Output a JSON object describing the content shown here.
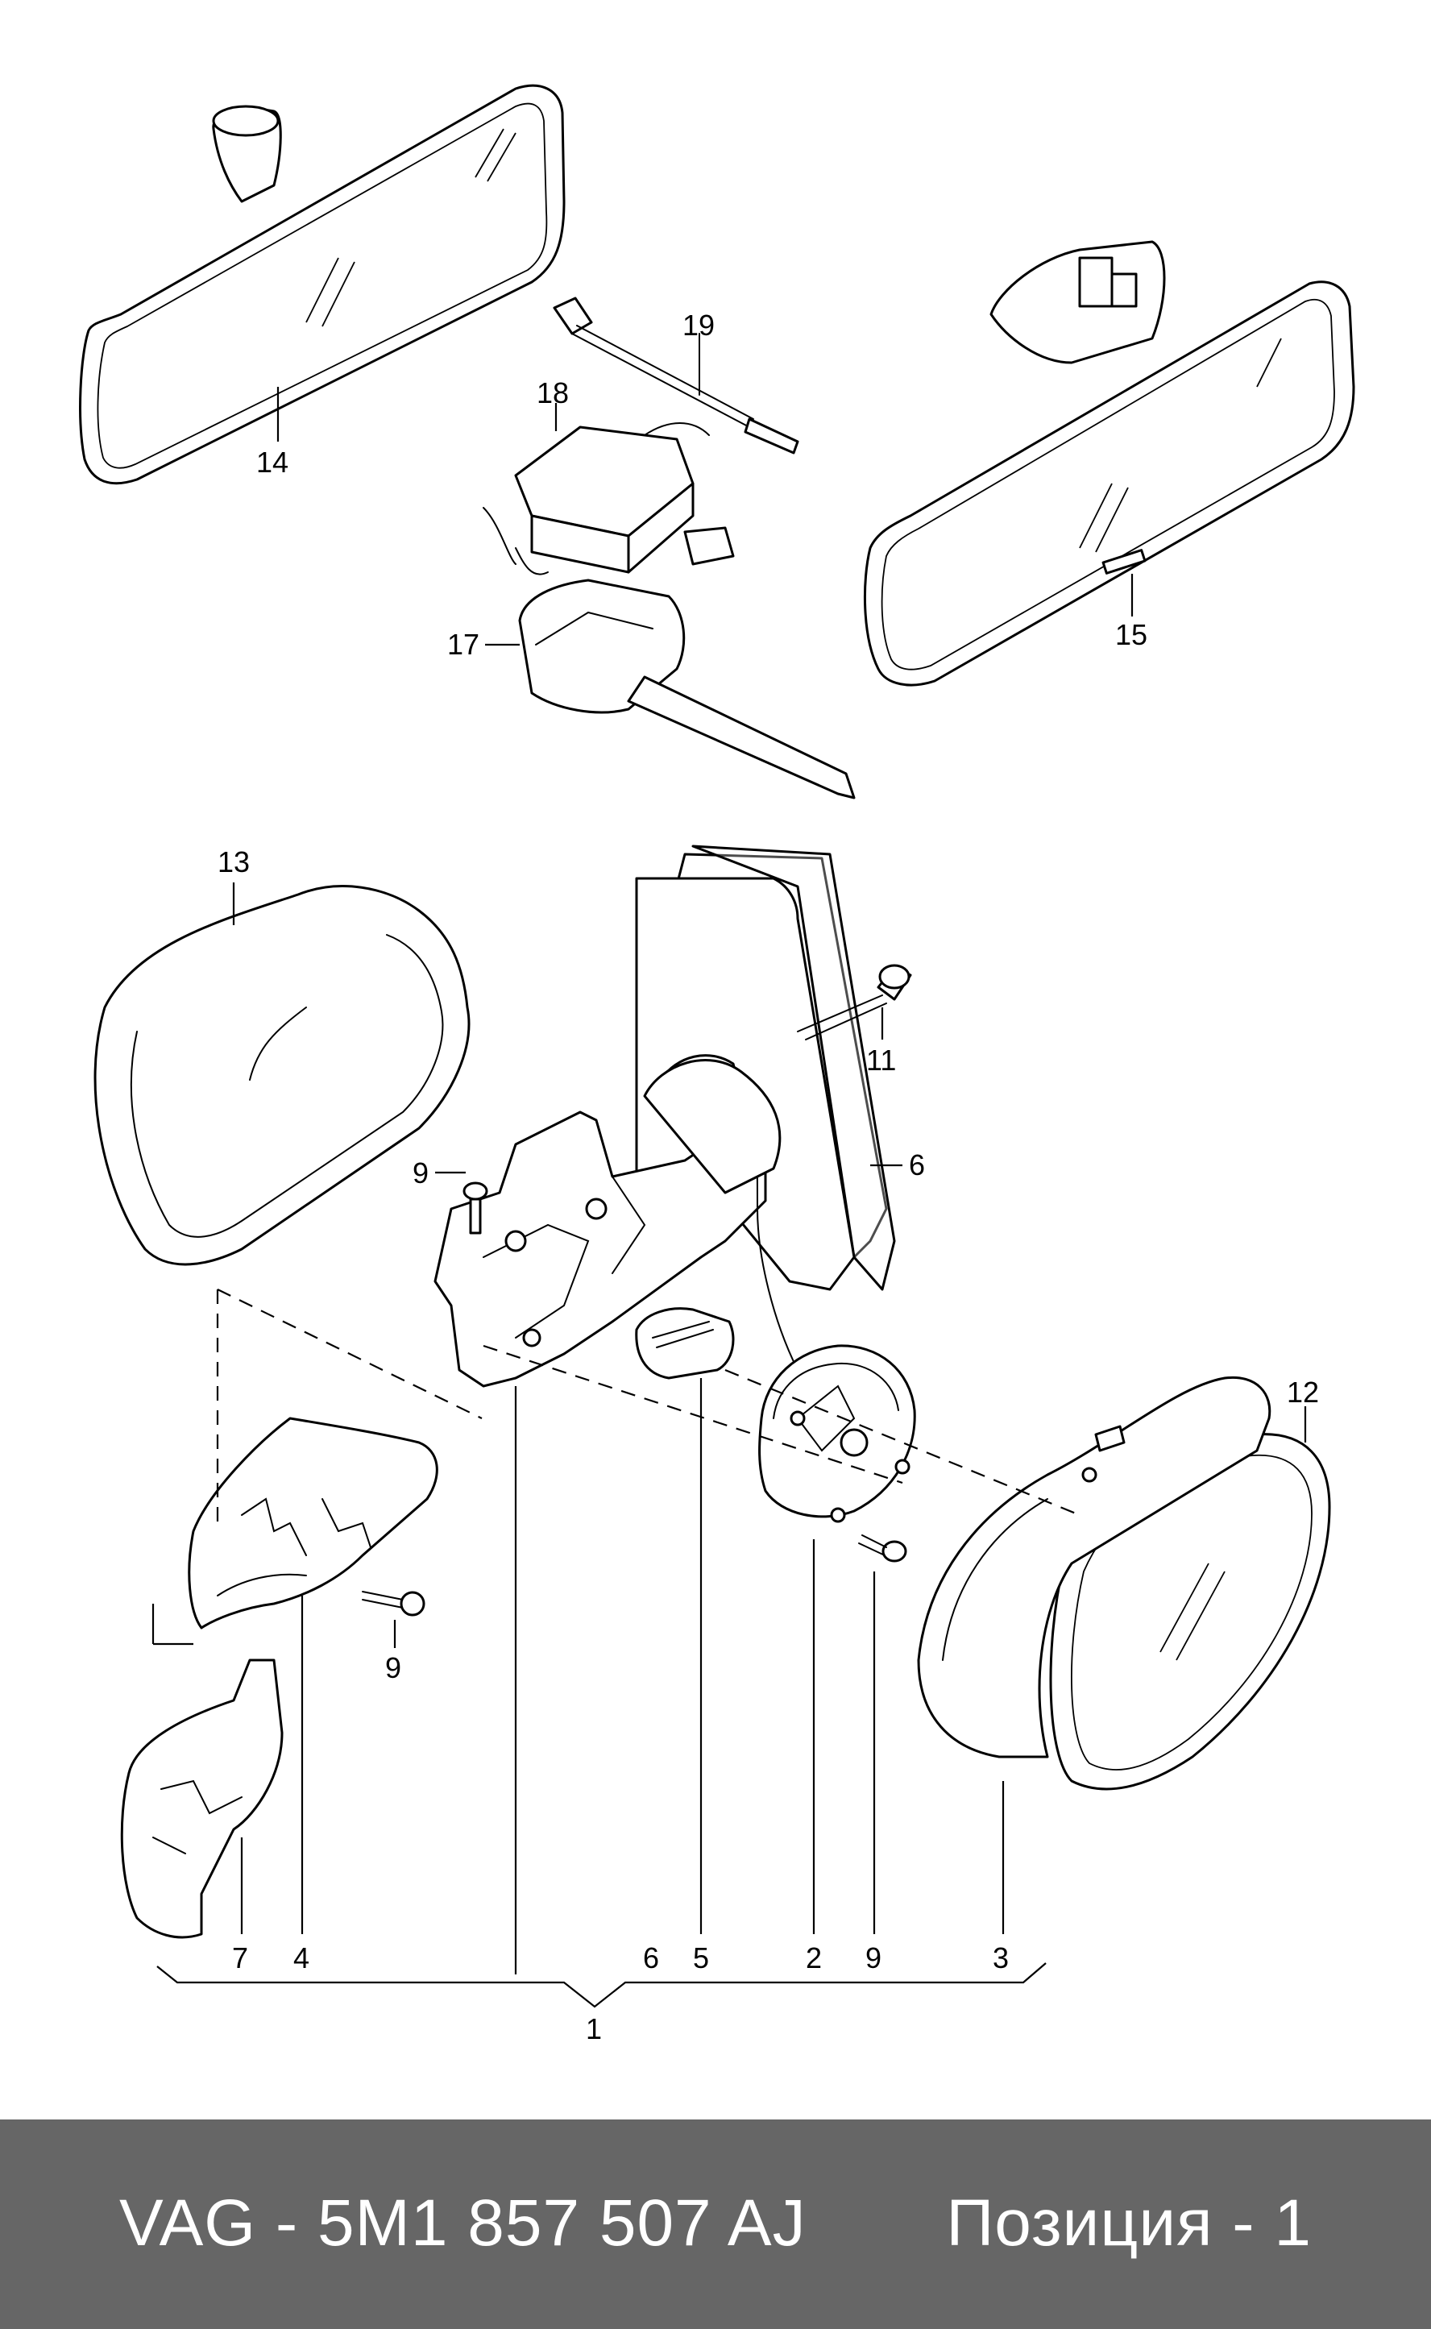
{
  "diagram": {
    "callouts": {
      "c1": "1",
      "c2": "2",
      "c3": "3",
      "c4": "4",
      "c5": "5",
      "c6a": "6",
      "c6b": "6",
      "c7": "7",
      "c9a": "9",
      "c9b": "9",
      "c9c": "9",
      "c11": "11",
      "c12": "12",
      "c13": "13",
      "c14": "14",
      "c15": "15",
      "c17": "17",
      "c18": "18",
      "c19": "19"
    }
  },
  "footer": {
    "part_number": "VAG - 5M1 857 507 AJ",
    "position": "Позиция - 1"
  }
}
